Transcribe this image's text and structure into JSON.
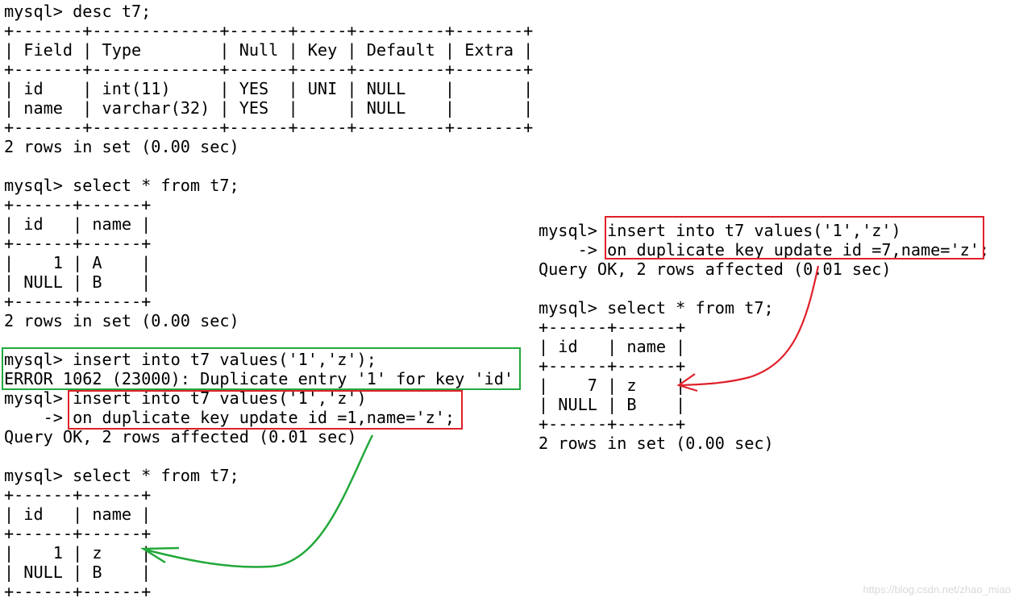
{
  "left_column": [
    "mysql> desc t7;",
    "+-------+-------------+------+-----+---------+-------+",
    "| Field | Type        | Null | Key | Default | Extra |",
    "+-------+-------------+------+-----+---------+-------+",
    "| id    | int(11)     | YES  | UNI | NULL    |       |",
    "| name  | varchar(32) | YES  |     | NULL    |       |",
    "+-------+-------------+------+-----+---------+-------+",
    "2 rows in set (0.00 sec)",
    "",
    "mysql> select * from t7;",
    "+------+------+",
    "| id   | name |",
    "+------+------+",
    "|    1 | A    |",
    "| NULL | B    |",
    "+------+------+",
    "2 rows in set (0.00 sec)",
    "",
    "mysql> insert into t7 values('1','z');",
    "ERROR 1062 (23000): Duplicate entry '1' for key 'id'",
    "mysql> insert into t7 values('1','z')",
    "    -> on duplicate key update id =1,name='z';",
    "Query OK, 2 rows affected (0.01 sec)",
    "",
    "mysql> select * from t7;",
    "+------+------+",
    "| id   | name |",
    "+------+------+",
    "|    1 | z    |",
    "| NULL | B    |",
    "+------+------+"
  ],
  "right_column": [
    "mysql> insert into t7 values('1','z')",
    "    -> on duplicate key update id =7,name='z';",
    "Query OK, 2 rows affected (0.01 sec)",
    "",
    "mysql> select * from t7;",
    "+------+------+",
    "| id   | name |",
    "+------+------+",
    "|    7 | z    |",
    "| NULL | B    |",
    "+------+------+",
    "2 rows in set (0.00 sec)"
  ],
  "watermark": "https://blog.csdn.net/zhao_miao",
  "colors": {
    "error_highlight": "#22a83a",
    "statement_highlight": "#e0202a",
    "text": "#000000"
  }
}
